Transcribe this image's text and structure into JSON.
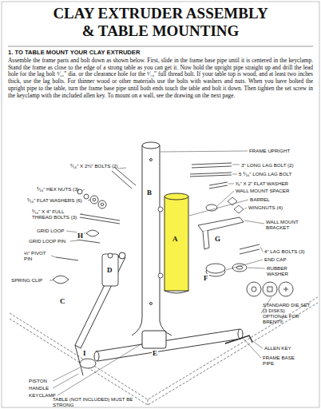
{
  "diagram": {
    "title": "CLAY EXTRUDER ASSEMBLY & TABLE MOUNTING",
    "labels": [
      "1. TO TABLE MOUNT YOUR CLAY EXTRUDER",
      "Assemble the frame parts and bolt down as shown below. First, slide in the frame base pipe until it is centered in the keyclamp. Stand the frame as close to the edge of a strong table as you can get it. Now hold the upright pipe straight up and drill the lead hole for the lag bolt ⁵⁄₃₂\" dia. or the clearance hole for the ⁵⁄₁₆\" full thread bolt. If your table top is wood, and at least two inches thick, use the lag bolts. For thinner wood or other materials use the bolts with washers and nuts. When you have bolted the upright pipe to the table, turn the frame base pipe until both ends touch the table and bolt it down. Then tighten the set screw in the keyclamp with the included allen key. To mount on a wall, see the drawing on the next page.",
      "FRAME UPRIGHT",
      "3\" LONG LAG BOLT (2)",
      "5 ⁵⁄₁₆\" LONG LAG BOLT",
      "³⁄₈\" X 2\" FLAT WASHER",
      "WALL MOUNT SPACER",
      "BARREL",
      "WINGNUTS (4)",
      "WALL MOUNT BRACKET",
      "4\" LAG BOLTS (3)",
      "END CAP",
      "RUBBER WASHER",
      "STANDARD DIE SET (3 DISKS) OPTIONAL FOR BRENT®",
      "ALLEN KEY",
      "FRAME BASE PIPE",
      "⁵⁄₁₆\" X 2½\" BOLTS (2)",
      "⁵⁄₁₆\" HEX NUTS (3)",
      "⁵⁄₁₆\" FLAT WASHERS (6)",
      "⁵⁄₁₆\" X 4\" FULL THREAD BOLTS (3)",
      "GRID LOOP",
      "GRID LOOP PIN",
      "⅛\" PIVOT PIN",
      "SPRING CLIP",
      "PISTON",
      "HANDLE",
      "KEYCLAMP",
      "TABLE (NOT INCLUDED) MUST BE STRONG",
      "B",
      "A",
      "G",
      "H",
      "D",
      "C",
      "F",
      "E",
      "I"
    ]
  }
}
